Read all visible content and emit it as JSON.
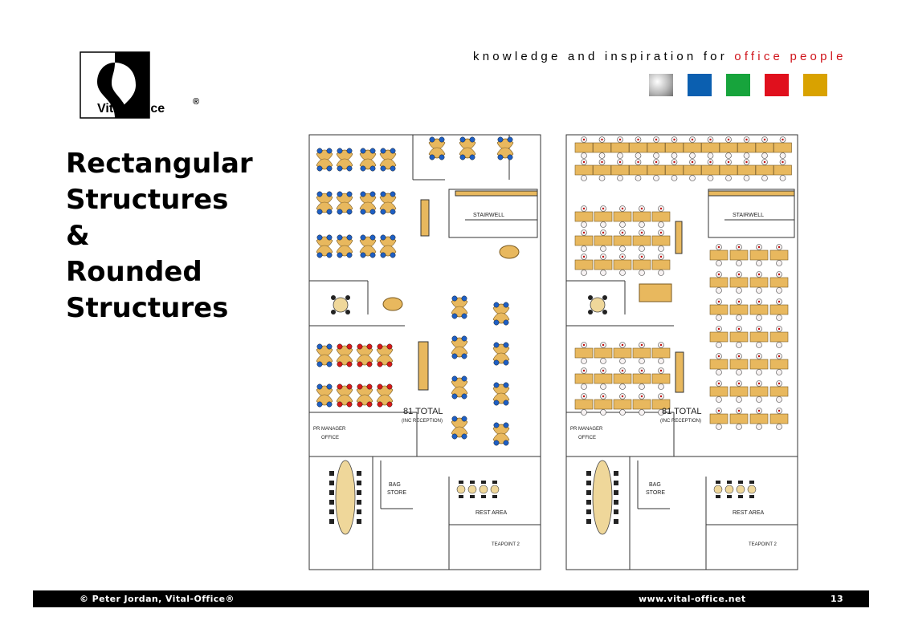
{
  "logo": {
    "brand": "Vital-Office",
    "mark": "®"
  },
  "header": {
    "tagline_main": "knowledge and inspiration for ",
    "tagline_accent": "office people",
    "swatches": [
      "#b8b8b8",
      "#0b5fb0",
      "#17a43c",
      "#e0101d",
      "#d9a200"
    ]
  },
  "title": {
    "lines": [
      "Rectangular",
      "Structures",
      "&",
      "Rounded",
      "Structures"
    ]
  },
  "plans": {
    "left": {
      "stairwell": "STAIRWELL",
      "total": "81 TOTAL",
      "total_note": "(INC RECEPTION)",
      "bag_store_1": "BAG",
      "bag_store_2": "STORE",
      "rest_area": "REST AREA",
      "teapoint": "TEAPOINT 2",
      "manager": "PR MANAGER",
      "office": "OFFICE"
    },
    "right": {
      "stairwell": "STAIRWELL",
      "total": "81 TOTAL",
      "total_note": "(INC RECEPTION)",
      "bag_store_1": "BAG",
      "bag_store_2": "STORE",
      "rest_area": "REST AREA",
      "teapoint": "TEAPOINT 2",
      "manager": "PR MANAGER",
      "office": "OFFICE"
    },
    "colors": {
      "desk": "#e8b85e",
      "desk_edge": "#7a5a20",
      "chair_blue": "#1e5fc4",
      "chair_red": "#d81818",
      "table": "#efd79a"
    }
  },
  "footer": {
    "copyright": "©  Peter Jordan, Vital-Office®",
    "website": "www.vital-office.net",
    "page": "13"
  }
}
